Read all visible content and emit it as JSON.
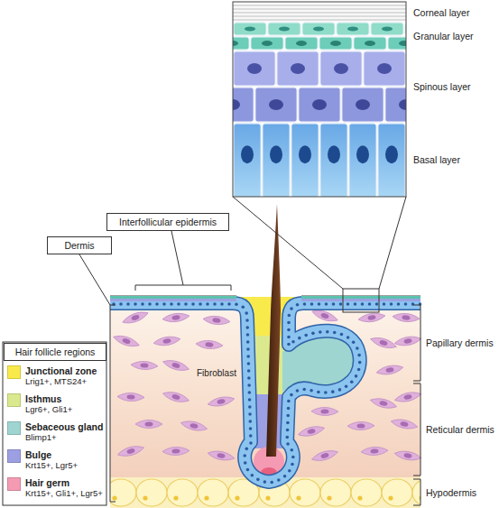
{
  "diagram": {
    "nodes": [
      {
        "text": [
          "Interfollicular epidermis"
        ]
      },
      {
        "text": [
          "Dermis"
        ]
      },
      {
        "text": [
          "Hair follicle regions"
        ]
      }
    ],
    "labels": [
      "Corneal layer",
      "Granular layer",
      "Spinous layer",
      "Basal layer",
      "Fibroblast",
      "Papillary dermis",
      "Reticular dermis",
      "Hypodermis",
      "Lrig1+, MTS24+",
      "Lgr6+, Gli1+",
      "Blimp1+",
      "Krt15+, Lgr5+",
      "Krt15+, Gli1+, Lgr5+"
    ],
    "legend": [
      {
        "text": "Junctional zone",
        "color": "#f9ea4c"
      },
      {
        "text": "Isthmus",
        "color": "#dbe98e"
      },
      {
        "text": "Sebaceous gland",
        "color": "#9ed5d1"
      },
      {
        "text": "Bulge",
        "color": "#9c9fe2"
      },
      {
        "text": "Hair germ",
        "color": "#f49ab3"
      }
    ]
  }
}
